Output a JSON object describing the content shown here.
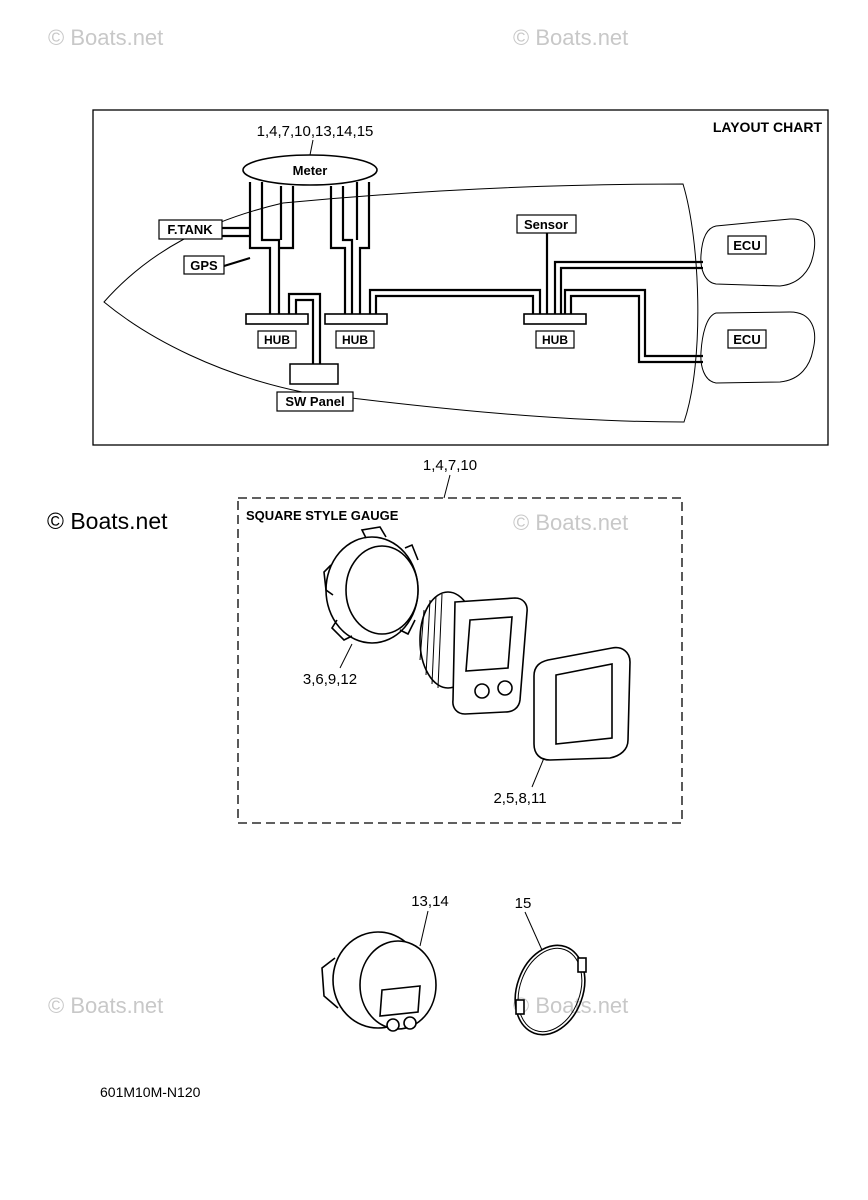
{
  "watermark": "© Boats.net",
  "brand_mark": "© Boats.net",
  "layout_chart": {
    "title": "LAYOUT CHART",
    "meter_callout": "1,4,7,10,13,14,15",
    "meter_label": "Meter",
    "ftank_label": "F.TANK",
    "gps_label": "GPS",
    "sensor_label": "Sensor",
    "hub_labels": [
      "HUB",
      "HUB",
      "HUB"
    ],
    "sw_panel_label": "SW Panel",
    "ecu_labels": [
      "ECU",
      "ECU"
    ]
  },
  "square_gauge": {
    "callout_top": "1,4,7,10",
    "title": "SQUARE STYLE GAUGE",
    "ring_callout": "3,6,9,12",
    "gasket_callout": "2,5,8,11"
  },
  "round_gauge": {
    "gauge_callout": "13,14",
    "ring_callout": "15"
  },
  "diagram_code": "601M10M-N120"
}
